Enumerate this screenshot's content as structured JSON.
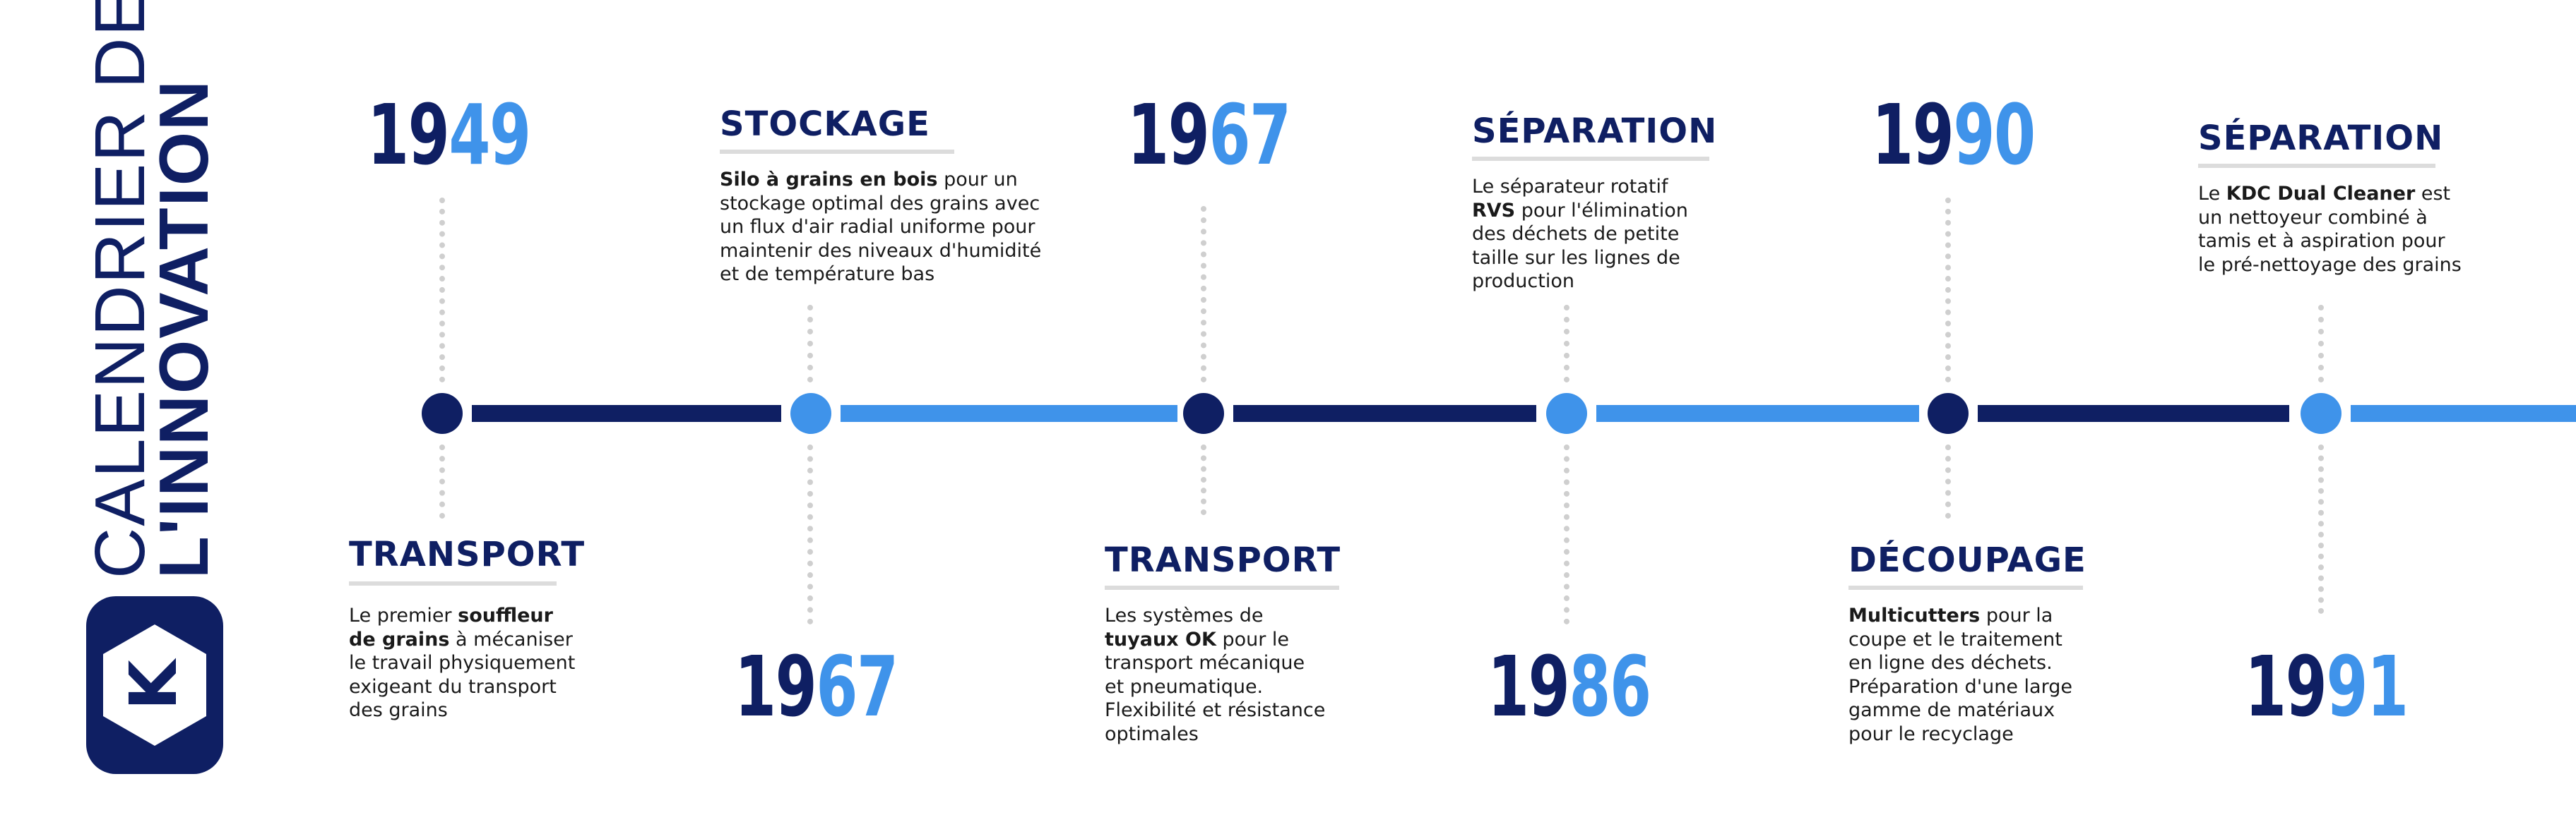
{
  "title": {
    "line1": "CALENDRIER DE",
    "line2": "L'INNOVATION"
  },
  "logo": {
    "letter": "K"
  },
  "colors": {
    "navy": "#0f1f63",
    "blue": "#3f93ea",
    "dotted": "#cfcfcf",
    "underline": "#dcdcdc"
  },
  "milestones": [
    {
      "year_a": "19",
      "year_b": "49",
      "heading": "TRANSPORT",
      "desc_bold": "souffleur",
      "desc_lines": [
        "Le premier ",
        "de grains",
        " à mécaniser",
        "le travail physiquement",
        "exigeant du transport",
        "des grains"
      ]
    },
    {
      "year_a": "19",
      "year_b": "67",
      "heading": "STOCKAGE",
      "desc_bold": "Silo à grains en bois",
      "desc_lines": [
        " pour un",
        "stockage optimal des grains avec",
        "un flux d'air radial uniforme pour",
        "maintenir des niveaux d'humidité",
        "et de température bas"
      ]
    },
    {
      "year_a": "19",
      "year_b": "67",
      "heading": "TRANSPORT",
      "desc_bold": "tuyaux OK",
      "desc_lines": [
        "Les systèmes de",
        " pour le",
        "transport mécanique",
        "et pneumatique.",
        "Flexibilité et résistance",
        "optimales"
      ]
    },
    {
      "year_a": "19",
      "year_b": "86",
      "heading": "SÉPARATION",
      "desc_bold": "RVS",
      "desc_lines": [
        "Le séparateur rotatif",
        " pour l'élimination",
        "des déchets de petite",
        "taille sur les lignes de",
        "production"
      ]
    },
    {
      "year_a": "19",
      "year_b": "90",
      "heading": "DÉCOUPAGE",
      "desc_bold": "Multicutters",
      "desc_lines": [
        " pour la",
        "coupe et le traitement",
        "en ligne des déchets.",
        "Préparation d'une large",
        "gamme de matériaux",
        "pour le recyclage"
      ]
    },
    {
      "year_a": "19",
      "year_b": "91",
      "heading": "SÉPARATION",
      "desc_bold": "KDC Dual Cleaner",
      "desc_lines": [
        "Le ",
        " est",
        "un nettoyeur combiné à",
        "tamis et à aspiration pour",
        "le pré-nettoyage des grains"
      ]
    }
  ]
}
